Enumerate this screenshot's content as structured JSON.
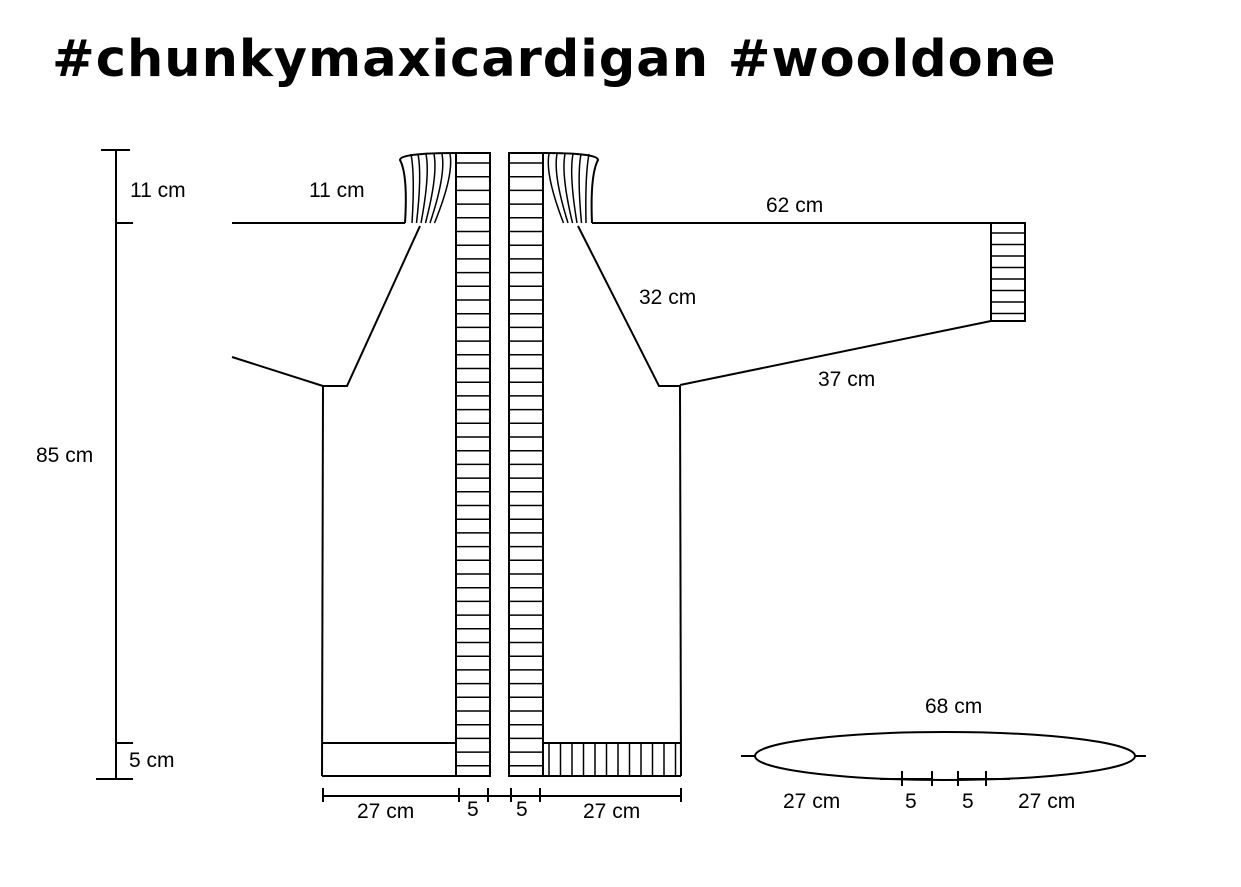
{
  "title": "#chunkymaxicardigan #wooldone",
  "labels": {
    "collar_height_left": "11 cm",
    "collar_height_body": "11 cm",
    "sleeve_length": "62 cm",
    "raglan": "32 cm",
    "sleeve_underarm": "37 cm",
    "total_length": "85 cm",
    "hem_height": "5 cm",
    "front_width_left": "27 cm",
    "band_left": "5",
    "band_right": "5",
    "front_width_right": "27 cm",
    "belt_length": "68 cm",
    "belt_left_width": "27 cm",
    "belt_band_left": "5",
    "belt_band_right": "5",
    "belt_right_width": "27 cm"
  }
}
